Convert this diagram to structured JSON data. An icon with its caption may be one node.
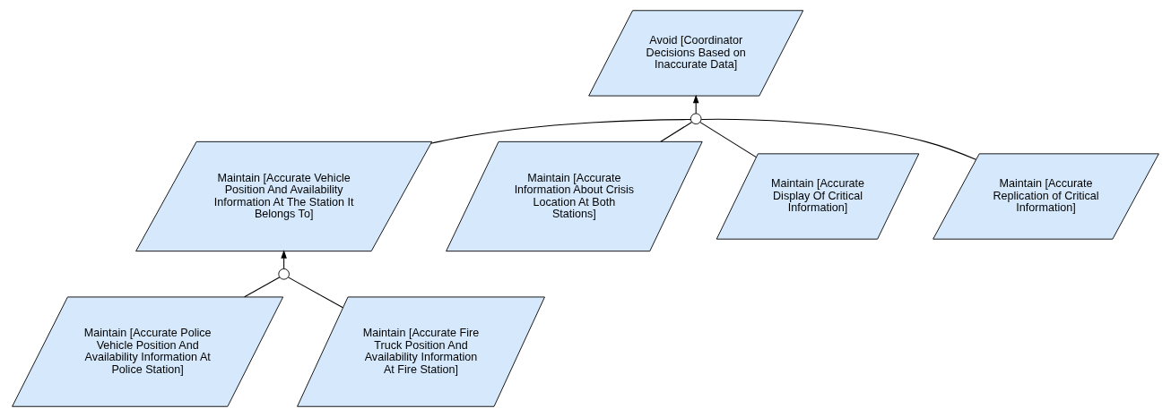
{
  "diagram": {
    "nodes": [
      {
        "text": [
          "Avoid [Coordinator Decisions Based on Inaccurate Data]"
        ]
      },
      {
        "text": [],
        "shape": "circle"
      },
      {
        "text": [
          "Maintain [Accurate Vehicle Position And Availability Information At The Station It Belongs To]"
        ]
      },
      {
        "text": [
          "Maintain [Accurate Information About Crisis Location At Both Stations]"
        ]
      },
      {
        "text": [
          "Maintain [Accurate Display Of Critical Information]"
        ]
      },
      {
        "text": [
          "Maintain [Accurate Replication of Critical Information]"
        ]
      },
      {
        "text": [],
        "shape": "circle"
      },
      {
        "text": [
          "Maintain [Accurate Police Vehicle Position And Availability Information At Police Station]"
        ]
      },
      {
        "text": [
          "Maintain [Accurate Fire Truck Position And Availability Information At Fire Station]"
        ]
      }
    ],
    "edges": [
      {
        "from": 1,
        "to": 0,
        "arrow": "to"
      },
      {
        "from": 2,
        "to": 1,
        "arrow": "none"
      },
      {
        "from": 3,
        "to": 1,
        "arrow": "none"
      },
      {
        "from": 4,
        "to": 1,
        "arrow": "none"
      },
      {
        "from": 5,
        "to": 1,
        "arrow": "none"
      },
      {
        "from": 6,
        "to": 2,
        "arrow": "to"
      },
      {
        "from": 7,
        "to": 6,
        "arrow": "none"
      },
      {
        "from": 8,
        "to": 6,
        "arrow": "none"
      }
    ]
  }
}
